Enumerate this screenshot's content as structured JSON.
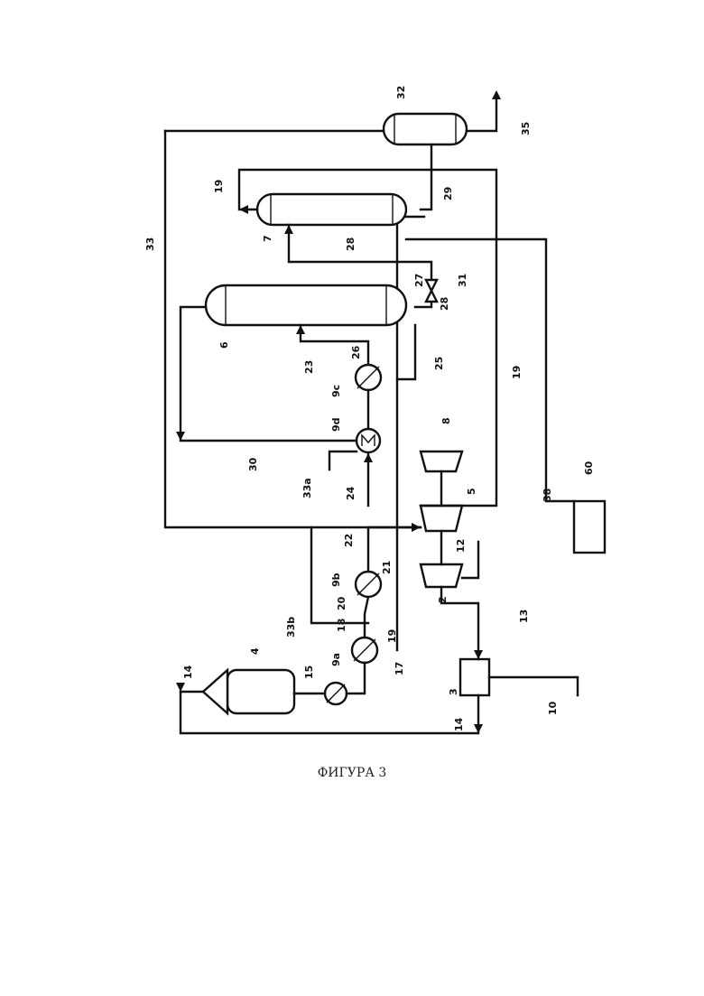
{
  "caption": "ФИГУРА 3",
  "labels": {
    "n4": "4",
    "n14a": "14",
    "n14b": "14",
    "n15": "15",
    "n9a": "9a",
    "n9b": "9b",
    "n9c": "9c",
    "n9d": "9d",
    "n17": "17",
    "n18": "18",
    "n19a": "19",
    "n19b": "19",
    "n19c": "19",
    "n20": "20",
    "n21": "21",
    "n22": "22",
    "n23": "23",
    "n24": "24",
    "n25": "25",
    "n26": "26",
    "n27": "27",
    "n28a": "28",
    "n28b": "28",
    "n29": "29",
    "n30": "30",
    "n31": "31",
    "n32": "32",
    "n33": "33",
    "n33a": "33a",
    "n33b": "33b",
    "n35": "35",
    "n38": "38",
    "n60": "60",
    "n6": "6",
    "n7": "7",
    "n8": "8",
    "n5": "5",
    "n2": "2",
    "n3": "3",
    "n10": "10",
    "n12": "12",
    "n13": "13"
  }
}
